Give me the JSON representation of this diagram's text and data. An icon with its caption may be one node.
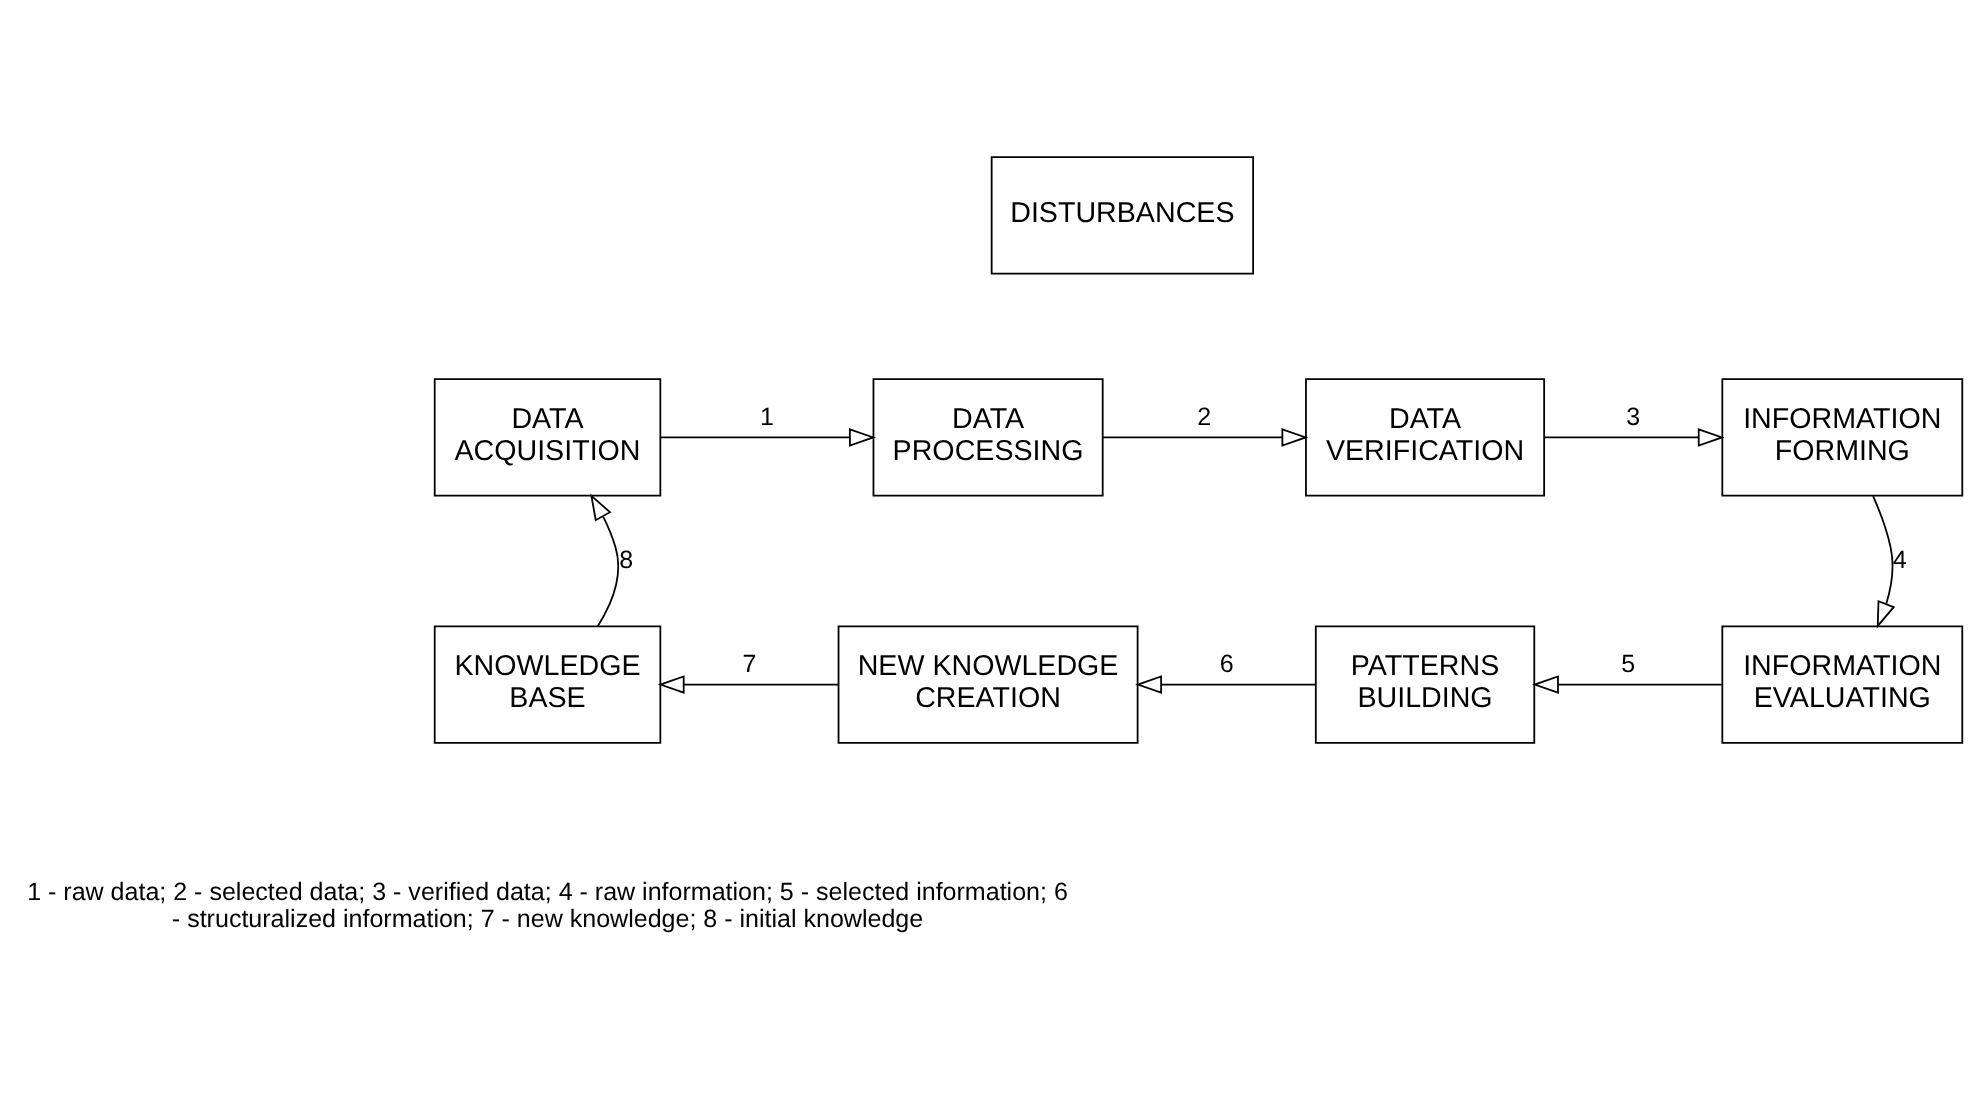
{
  "diagram": {
    "nodes": [
      {
        "text": [
          "DISTURBANCES"
        ]
      },
      {
        "text": [
          "DATA ACQUISITION"
        ]
      },
      {
        "text": [
          "DATA PROCESSING"
        ]
      },
      {
        "text": [
          "DATA VERIFICATION"
        ]
      },
      {
        "text": [
          "INFORMATION FORMING"
        ]
      },
      {
        "text": [
          "KNOWLEDGE BASE"
        ]
      },
      {
        "text": [
          "NEW KNOWLEDGE CREATION"
        ]
      },
      {
        "text": [
          "PATTERNS BUILDING"
        ]
      },
      {
        "text": [
          "INFORMATION EVALUATING"
        ]
      }
    ],
    "edges": [
      {
        "from": 1,
        "to": 2,
        "arrow": "to",
        "label": "1"
      },
      {
        "from": 2,
        "to": 3,
        "arrow": "to",
        "label": "2"
      },
      {
        "from": 3,
        "to": 4,
        "arrow": "to",
        "label": "3"
      },
      {
        "from": 4,
        "to": 8,
        "arrow": "to",
        "label": "4"
      },
      {
        "from": 8,
        "to": 7,
        "arrow": "to",
        "label": "5"
      },
      {
        "from": 7,
        "to": 6,
        "arrow": "to",
        "label": "6"
      },
      {
        "from": 6,
        "to": 5,
        "arrow": "to",
        "label": "7"
      },
      {
        "from": 5,
        "to": 1,
        "arrow": "to",
        "label": "8"
      }
    ],
    "labels": [
      "1 - raw data; 2 - selected data; 3 - verified data; 4 - raw information; 5 - selected information; 6 - structuralized information; 7 - new knowledge; 8 - initial knowledge"
    ]
  }
}
